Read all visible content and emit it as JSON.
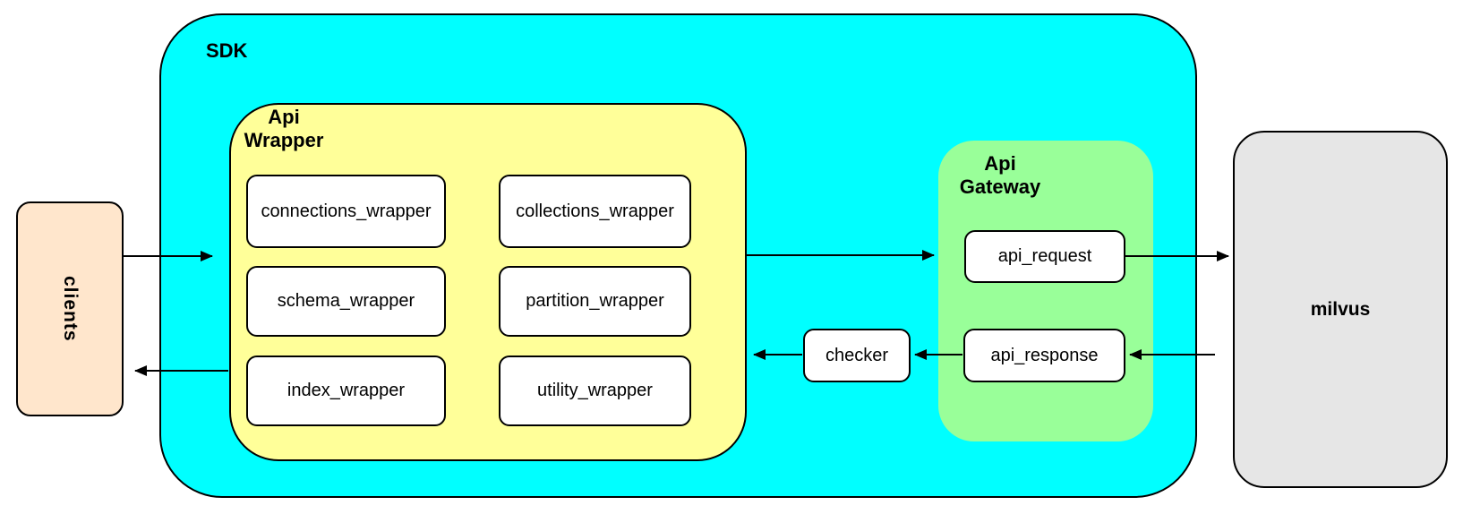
{
  "diagram": {
    "sdk": {
      "label": "SDK"
    },
    "api_wrapper": {
      "label_lines": [
        "Api",
        "Wrapper"
      ],
      "boxes": [
        "connections_wrapper",
        "collections_wrapper",
        "schema_wrapper",
        "partition_wrapper",
        "index_wrapper",
        "utility_wrapper"
      ]
    },
    "api_gateway": {
      "label_lines": [
        "Api",
        "Gateway"
      ],
      "request_label": "api_request",
      "response_label": "api_response"
    },
    "checker": {
      "label": "checker"
    },
    "clients": {
      "label": "clients"
    },
    "milvus": {
      "label": "milvus"
    }
  },
  "colors": {
    "sdk_fill": "#00FFFF",
    "wrapper_fill": "#FFFF99",
    "gateway_fill": "#99FF99",
    "clients_fill": "#FFE6CC",
    "milvus_fill": "#E6E6E6",
    "node_fill": "#FFFFFF",
    "stroke": "#000000"
  }
}
